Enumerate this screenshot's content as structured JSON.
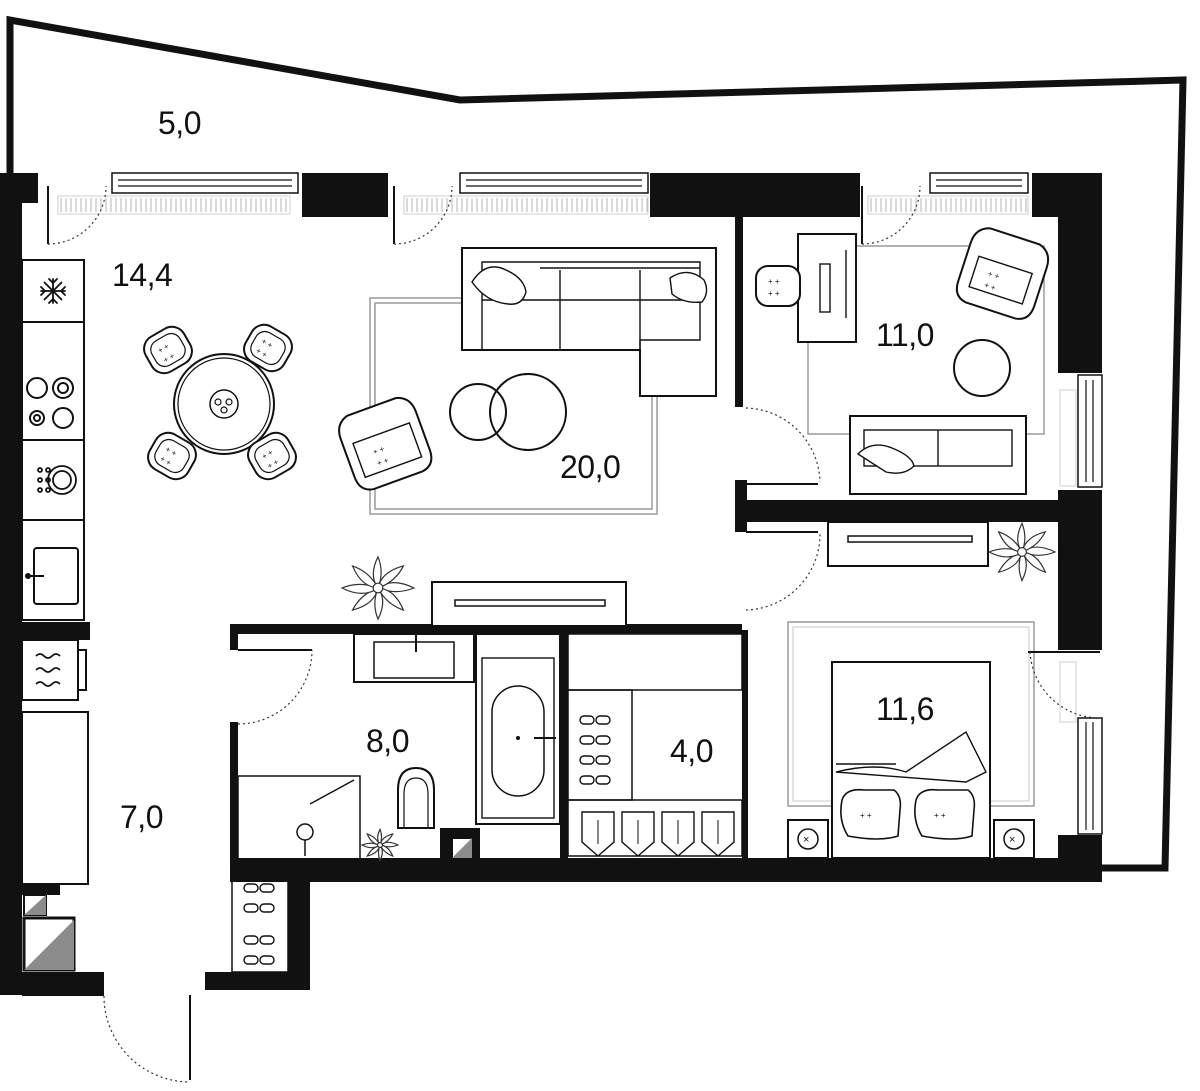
{
  "plan": {
    "colors": {
      "wall": "#111111",
      "line": "#111111",
      "rug": "#9a9a9a",
      "background": "#ffffff",
      "shaft": "#8c8c8c"
    },
    "rooms": [
      {
        "id": "balcony",
        "area": "5,0"
      },
      {
        "id": "kitchen-dining",
        "area": "14,4"
      },
      {
        "id": "living-room",
        "area": "20,0"
      },
      {
        "id": "study",
        "area": "11,0"
      },
      {
        "id": "bedroom",
        "area": "11,6"
      },
      {
        "id": "bathroom",
        "area": "8,0"
      },
      {
        "id": "dressing-room",
        "area": "4,0"
      },
      {
        "id": "hallway",
        "area": "7,0"
      }
    ],
    "icons": [
      "snowflake-icon",
      "stove-icon",
      "sink-icon",
      "washer-icon",
      "plant-icon",
      "sofa-icon",
      "armchair-icon",
      "bed-icon",
      "bathtub-icon",
      "toilet-icon",
      "shower-icon",
      "shoe-icon",
      "door-swing-icon"
    ]
  }
}
